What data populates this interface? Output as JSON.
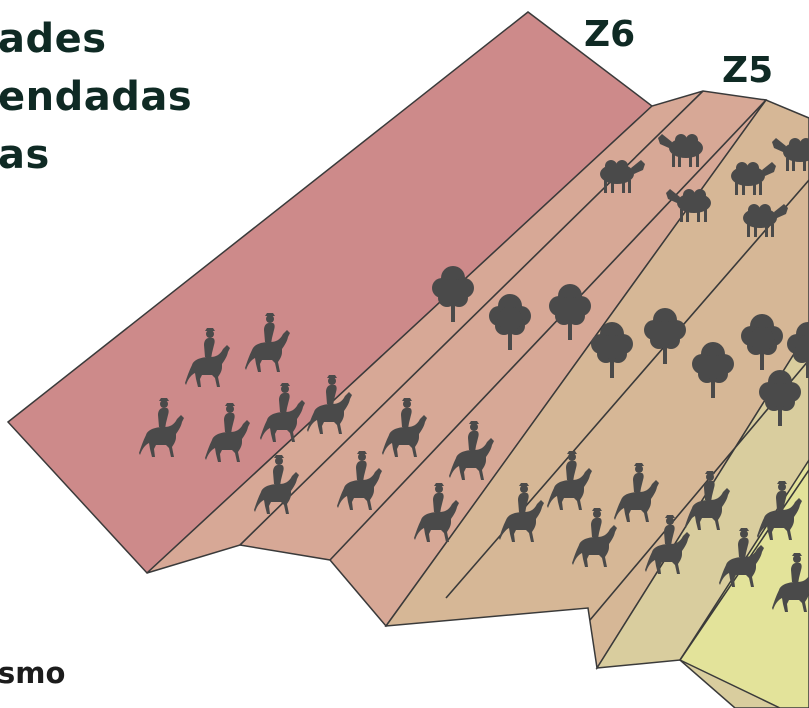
{
  "title_lines": [
    "ades",
    "endadas",
    "as"
  ],
  "zone_labels": [
    "Z6",
    "Z5"
  ],
  "footer_text": "smo",
  "colors": {
    "z6": "#cd8a8a",
    "z5": "#d7a896",
    "z4": "#d6b796",
    "z3": "#d9cd9e",
    "z2": "#e3e39a",
    "stroke": "#3a3a3a",
    "silhouette": "#4a4a4a",
    "title": "#0f2a24"
  },
  "icons": {
    "horse_rider": "horse-rider-icon",
    "sheep": "sheep-icon",
    "tree": "tree-icon"
  }
}
